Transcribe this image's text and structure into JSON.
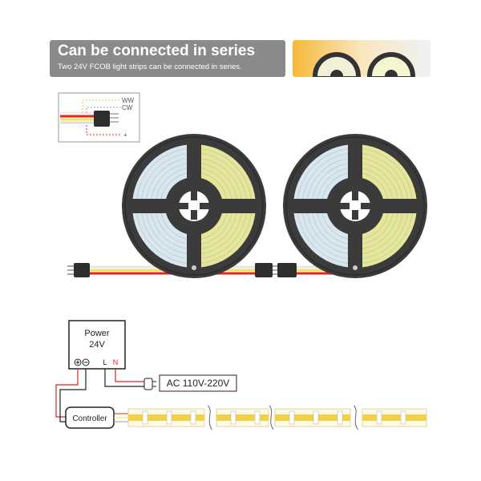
{
  "header": {
    "title": "Can be connected in series",
    "subtitle": "Two 24V FCOB light strips can be connected in series."
  },
  "wiring_inset": {
    "labels": [
      "WW",
      "CW",
      "+"
    ]
  },
  "power_supply": {
    "label": "Power",
    "voltage": "24V",
    "terminals": [
      "L",
      "N"
    ]
  },
  "ac_input": {
    "label": "AC 110V-220V"
  },
  "controller": {
    "label": "Controller"
  },
  "colors": {
    "header_bg": "#8a8a8a",
    "reel_body": "#3b3b3b",
    "cool_white": "#d8e6ef",
    "warm_white": "#e6e69a",
    "strip_yellow": "#f4cf4a",
    "wire_red": "#e0261f"
  }
}
